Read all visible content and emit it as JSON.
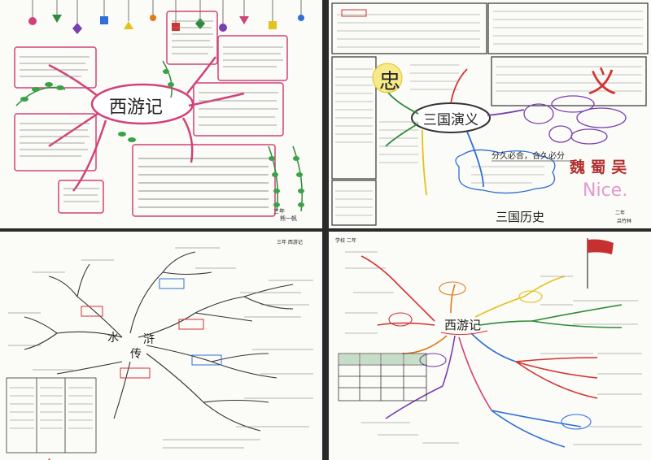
{
  "panels": {
    "p1": {
      "title": "西游记",
      "author": "熊一帆",
      "grade": "三年"
    },
    "p2": {
      "title": "三国演义",
      "loyalty": "忠",
      "righteousness": "义",
      "motto": "分久必合，合久必分",
      "kingdoms": "魏 蜀 吴",
      "nice": "Nice.",
      "history": "三国历史",
      "grade": "二年",
      "author_sig": "吕竹林"
    },
    "p3": {
      "title_a": "水",
      "title_b": "浒",
      "title_c": "传",
      "header": "三年 西游记"
    },
    "p4": {
      "title": "西游记",
      "header": "学校 二年"
    }
  },
  "colors": {
    "pink": "#d1427a",
    "red": "#d23232",
    "green": "#2e8b3a",
    "purple": "#7a3fb0",
    "blue": "#2f6fd6",
    "yellow": "#e3c21b",
    "orange": "#e07b1a"
  }
}
